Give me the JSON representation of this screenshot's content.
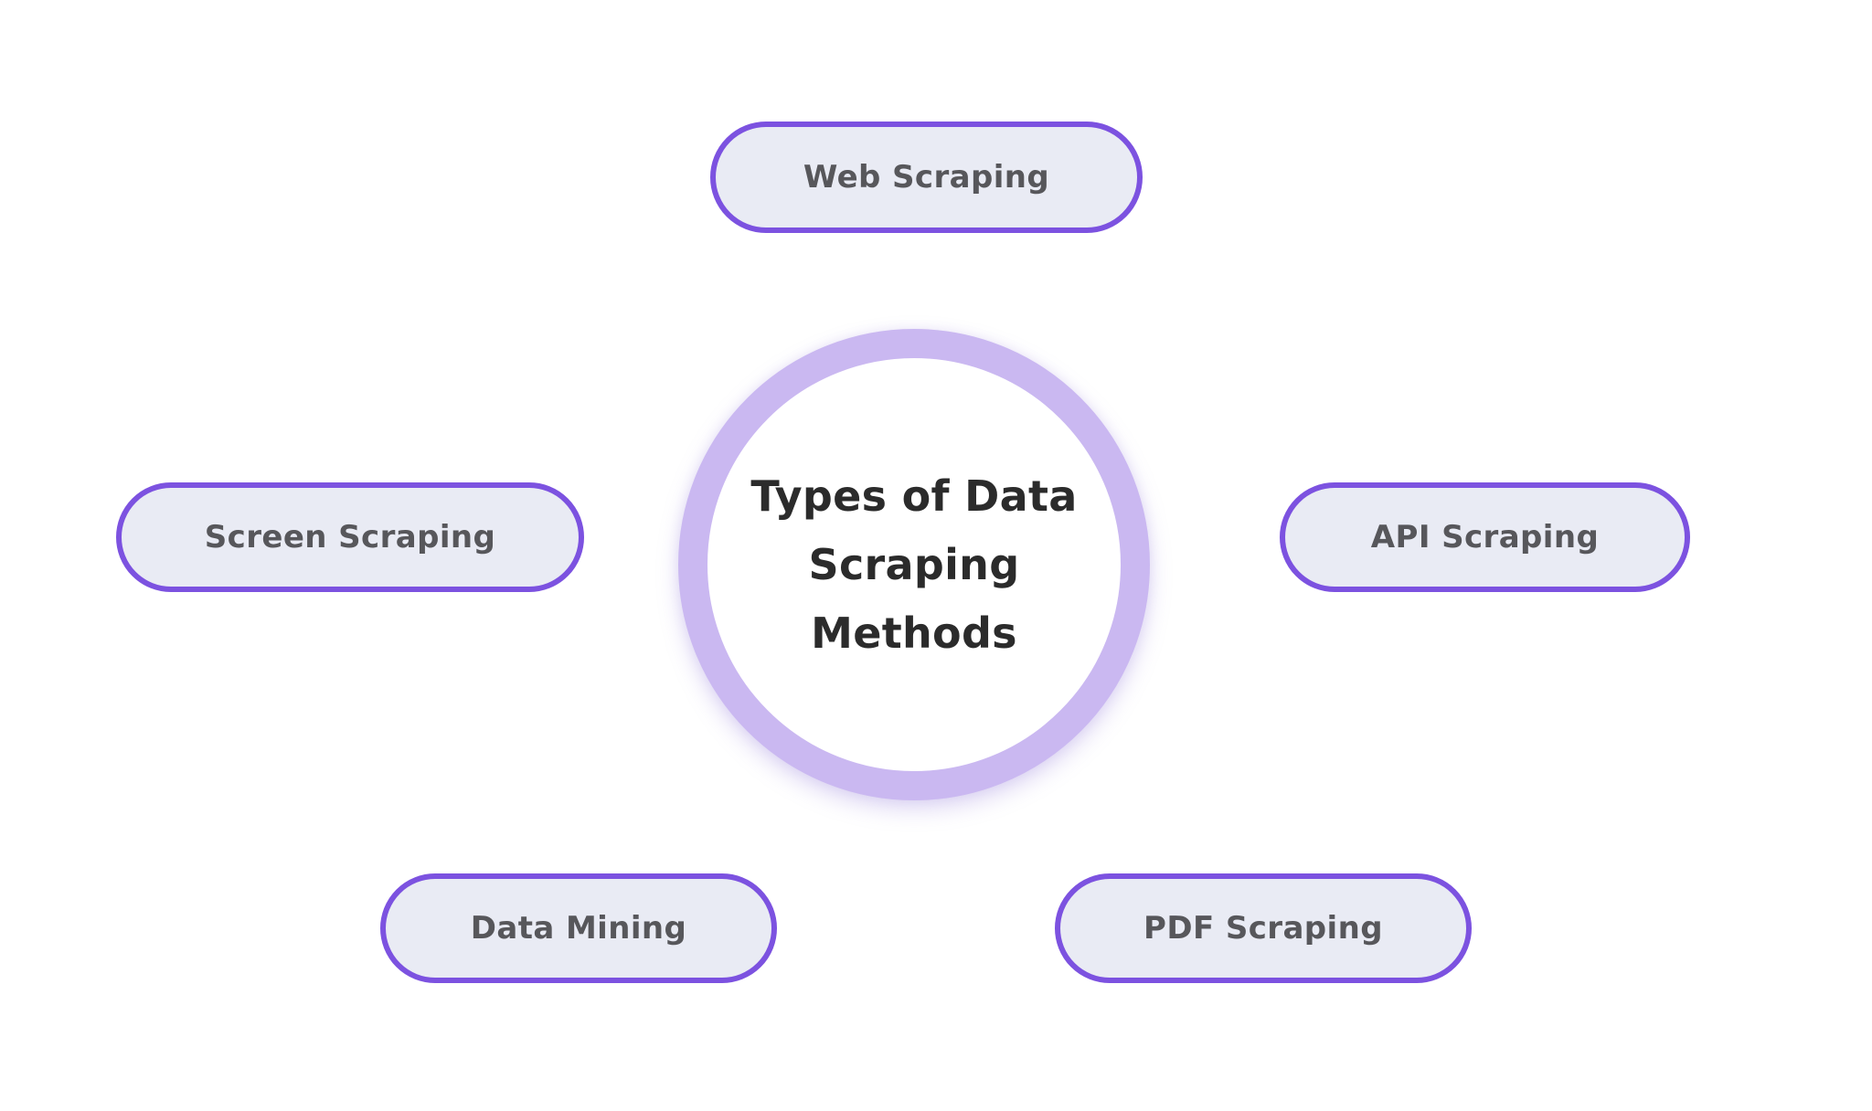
{
  "diagram": {
    "title": "Types of Data Scraping Methods",
    "central": {
      "line1": "Types of Data",
      "line2": "Scraping",
      "line3": "Methods"
    },
    "nodes": [
      {
        "id": "web-scraping",
        "label": "Web Scraping",
        "position": "top"
      },
      {
        "id": "screen-scraping",
        "label": "Screen Scraping",
        "position": "left"
      },
      {
        "id": "api-scraping",
        "label": "API Scraping",
        "position": "right"
      },
      {
        "id": "data-mining",
        "label": "Data Mining",
        "position": "bottom-left"
      },
      {
        "id": "pdf-scraping",
        "label": "PDF Scraping",
        "position": "bottom-right"
      }
    ],
    "colors": {
      "page_background": "#FFFFFF",
      "pill_border": "#7C52E0",
      "pill_background": "#E9EBF4",
      "pill_text": "#57575B",
      "central_ring": "#CAB8F1",
      "central_fill": "#FFFFFF",
      "central_text": "#2B2B2B"
    }
  }
}
